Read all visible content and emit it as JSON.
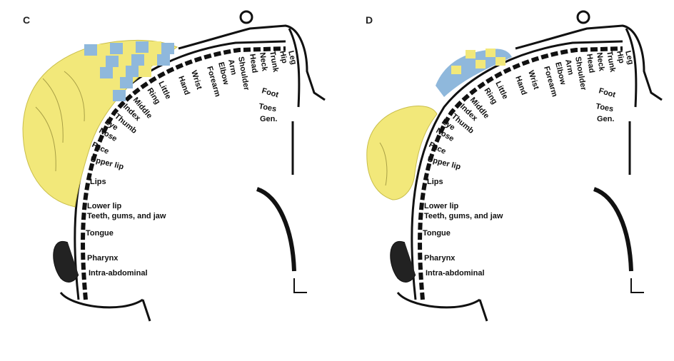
{
  "panels": [
    {
      "letter": "C",
      "labels": {
        "hip": "Hip",
        "leg": "Leg",
        "trunk": "Trunk",
        "neck": "Neck",
        "head": "Head",
        "shoulder": "Shoulder",
        "arm": "Arm",
        "elbow": "Elbow",
        "forearm": "Forearm",
        "wrist": "Wrist",
        "hand": "Hand",
        "little": "Little",
        "ring": "Ring",
        "middle": "Middle",
        "index": "Index",
        "thumb": "Thumb",
        "eye": "Eye",
        "nose": "Nose",
        "face": "Face",
        "upper_lip": "Upper lip",
        "lips": "Lips",
        "lower_lip": "Lower lip",
        "teeth": "Teeth, gums, and jaw",
        "tongue": "Tongue",
        "pharynx": "Pharynx",
        "intra": "Intra-abdominal",
        "foot": "Foot",
        "toes": "Toes",
        "gen": "Gen."
      }
    },
    {
      "letter": "D",
      "labels": {
        "hip": "Hip",
        "leg": "Leg",
        "trunk": "Trunk",
        "neck": "Neck",
        "head": "Head",
        "shoulder": "Shoulder",
        "arm": "Arm",
        "elbow": "Elbow",
        "forearm": "Forearm",
        "wrist": "Wrist",
        "hand": "Hand",
        "little": "Little",
        "ring": "Ring",
        "middle": "Middle",
        "index": "Index",
        "thumb": "Thumb",
        "eye": "Eye",
        "nose": "Nose",
        "face": "Face",
        "upper_lip": "Upper lip",
        "lips": "Lips",
        "lower_lip": "Lower lip",
        "teeth": "Teeth, gums, and jaw",
        "tongue": "Tongue",
        "pharynx": "Pharynx",
        "intra": "Intra-abdominal",
        "foot": "Foot",
        "toes": "Toes",
        "gen": "Gen."
      }
    }
  ],
  "colors": {
    "face_fill": "#f2e87a",
    "hand_blue": "#8fb8dc",
    "line": "#111111"
  }
}
